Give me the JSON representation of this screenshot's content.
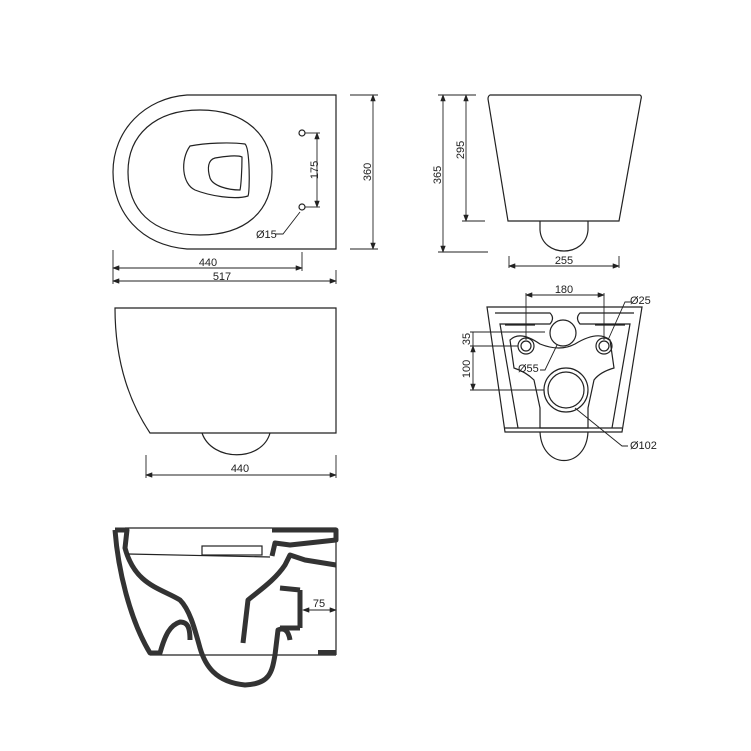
{
  "drawing": {
    "top_view": {
      "depth_to_holes": "440",
      "total_depth": "517",
      "width": "360",
      "hole_spacing": "175",
      "hole_diameter": "Ø15"
    },
    "front_view": {
      "total_height": "365",
      "body_height": "295",
      "bottom_width": "255"
    },
    "side_view": {
      "depth": "440"
    },
    "rear_view": {
      "bolt_spacing": "180",
      "bolt_diameter": "Ø25",
      "inlet_diameter": "Ø55",
      "outlet_diameter": "Ø102",
      "bolt_offset": "35",
      "outlet_offset": "100"
    },
    "section_view": {
      "outlet_projection": "75"
    }
  },
  "colors": {
    "line": "#222222",
    "section_fill": "#333333"
  }
}
